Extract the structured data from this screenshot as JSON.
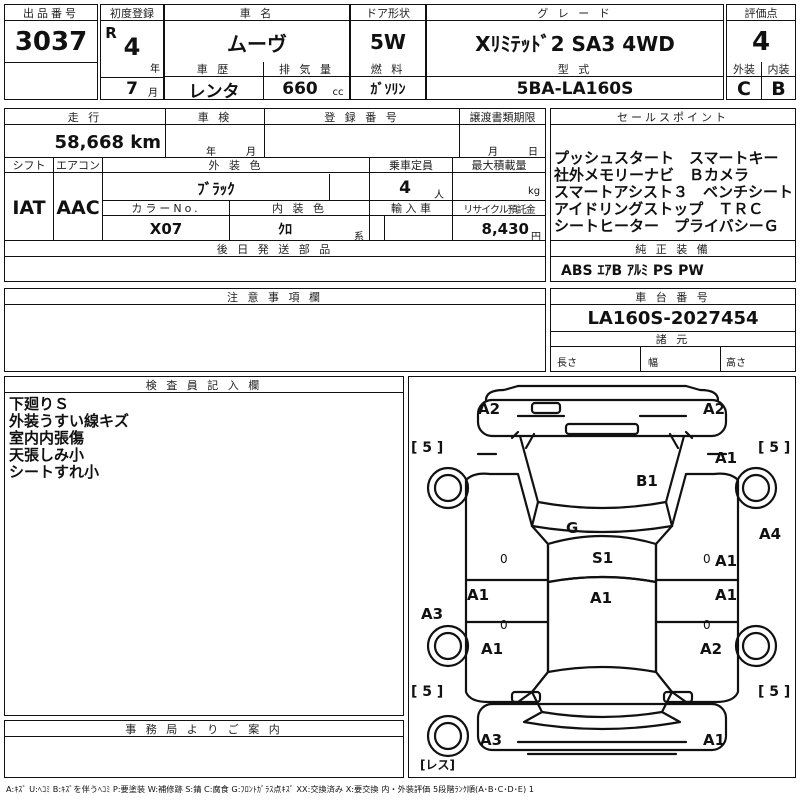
{
  "header": {
    "lot_label": "出品番号",
    "lot_no": "3037",
    "first_reg_label": "初度登録",
    "era": "R",
    "year": "4",
    "year_unit": "年",
    "month": "7",
    "month_unit": "月",
    "name_label": "車 名",
    "name": "ムーヴ",
    "door_label": "ドア形状",
    "door": "5W",
    "grade_label": "グ レ ー ド",
    "grade": "Xﾘﾐﾃｯﾄﾞ2 SA3 4WD",
    "score_label": "評価点",
    "score": "4",
    "ext_label": "外装",
    "ext": "C",
    "int_label": "内装",
    "int": "B",
    "history_label": "車 歴",
    "history": "レンタ",
    "disp_label": "排 気 量",
    "disp": "660",
    "disp_unit": "cc",
    "fuel_label": "燃 料",
    "fuel": "ｶﾞｿﾘﾝ",
    "model_label": "型 式",
    "model": "5BA-LA160S"
  },
  "row2": {
    "mileage_label": "走 行",
    "mileage": "58,668 km",
    "inspection_label": "車 検",
    "insp_year": "年",
    "insp_month": "月",
    "plate_label": "登 録 番 号",
    "transfer_label": "譲渡書類期限",
    "tr_month": "月",
    "tr_day": "日",
    "shift_label": "シフト",
    "shift": "IAT",
    "ac_label": "エアコン",
    "ac": "AAC",
    "color_label": "外 装 色",
    "color": "ﾌﾞﾗｯｸ",
    "capacity_label": "乗車定員",
    "capacity": "4",
    "capacity_unit": "人",
    "load_label": "最大積載量",
    "load_unit": "kg",
    "colorno_label": "カラーNo.",
    "colorno": "X07",
    "interior_label": "内 装 色",
    "interior": "ｸﾛ",
    "interior_unit": "系",
    "import_label": "輸 入 車",
    "recycle_label": "リサイクル預託金",
    "recycle": "8,430",
    "recycle_unit": "円",
    "later_label": "後 日 発 送 部 品"
  },
  "sales": {
    "label": "セールスポイント",
    "lines": [
      "プッシュスタート　スマートキー",
      "社外メモリーナビ　Ｂカメラ",
      "スマートアシスト３　ベンチシート",
      "アイドリングストップ　ＴＲＣ",
      "シートヒーター　プライバシーＧ"
    ]
  },
  "equip": {
    "label": "純 正 装 備",
    "value": "ABS ｴｱB ｱﾙﾐ PS PW"
  },
  "notes": {
    "label": "注 意 事 項 欄"
  },
  "chassis": {
    "label": "車 台 番 号",
    "value": "LA160S-2027454",
    "dims_label": "諸 元",
    "length": "長さ",
    "width": "幅",
    "height": "高さ"
  },
  "inspector": {
    "label": "検 査 員 記 入 欄",
    "lines": [
      "下廻りＳ",
      "外装うすい線キズ",
      "室内内張傷",
      "天張しみ小",
      "シートすれ小"
    ]
  },
  "office": {
    "label": "事 務 局 よ り ご 案 内"
  },
  "diagram": {
    "marks": [
      "A2",
      "A2",
      "A1",
      "B1",
      "G",
      "A4",
      "S1",
      "A1",
      "A1",
      "A1",
      "A1",
      "A3",
      "A1",
      "A2",
      "A3",
      "A1"
    ],
    "tires": [
      "5",
      "5",
      "5",
      "5"
    ],
    "spare": "レス",
    "zeros": [
      "0",
      "0",
      "0",
      "0"
    ]
  },
  "legend": "A:ｷｽﾞ U:ﾍｺﾐ B:ｷｽﾞを伴うﾍｺﾐ P:要塗装 W:補修跡 S:錆 C:腐食 G:ﾌﾛﾝﾄｶﾞﾗｽ点ｷｽﾞ XX:交換済み X:要交換 内・外装評価 5段階ﾗﾝｸ順(A･B･C･D･E) 1"
}
